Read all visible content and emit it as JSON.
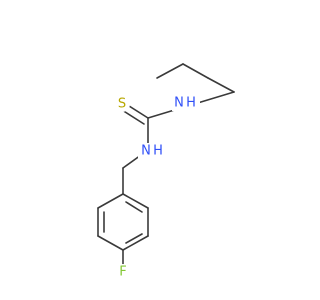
{
  "molecule": {
    "atoms": {
      "s": {
        "label": "S",
        "color": "#b8a800"
      },
      "n_top": {
        "label": "N",
        "color": "#3050f8"
      },
      "h_top": {
        "label": "H",
        "color": "#3050f8"
      },
      "n_mid": {
        "label": "N",
        "color": "#3050f8"
      },
      "h_mid": {
        "label": "H",
        "color": "#3050f8"
      },
      "f": {
        "label": "F",
        "color": "#84c837"
      }
    },
    "bond_color": "#3a3a3a",
    "background": "#ffffff"
  }
}
